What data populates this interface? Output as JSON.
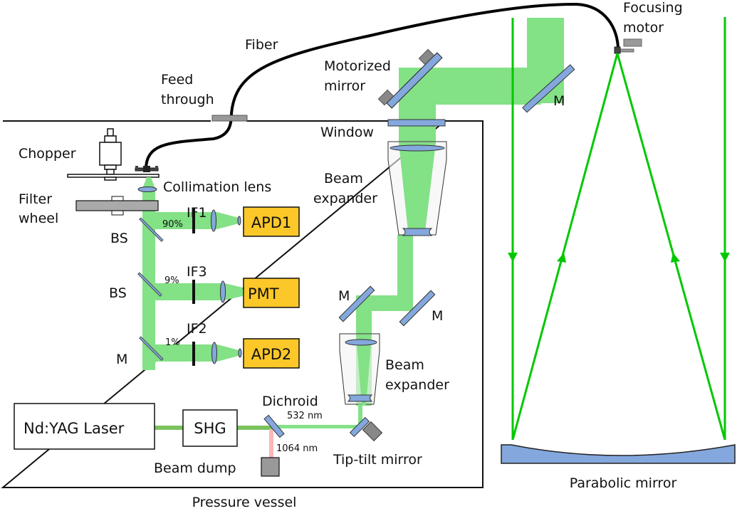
{
  "title": "LIDAR optical setup schematic",
  "colors": {
    "beam_green": "#83e186",
    "ray_green": "#00c800",
    "optic_blue": "#84a8dd",
    "detector_yellow": "#fcc829",
    "infrared_pink": "#f8b8b8",
    "hardware_gray": "#999999"
  },
  "labels": {
    "fiber": "Fiber",
    "feed_through_1": "Feed",
    "feed_through_2": "through",
    "motorized_mirror_1": "Motorized",
    "motorized_mirror_2": "mirror",
    "focusing_motor_1": "Focusing",
    "focusing_motor_2": "motor",
    "window": "Window",
    "chopper": "Chopper",
    "collimation_lens": "Collimation lens",
    "filter_wheel_1": "Filter",
    "filter_wheel_2": "wheel",
    "beam_expander_top_1": "Beam",
    "beam_expander_top_2": "expander",
    "beam_expander_bottom_1": "Beam",
    "beam_expander_bottom_2": "expander",
    "bs_1": "BS",
    "bs_2": "BS",
    "m_detector": "M",
    "m_outer": "M",
    "m_left": "M",
    "m_right": "M",
    "if1": "IF1",
    "if3": "IF3",
    "if2": "IF2",
    "split_90": "90%",
    "split_9": "9%",
    "split_1": "1%",
    "dichroid": "Dichroid",
    "wl_532": "532 nm",
    "wl_1064": "1064 nm",
    "beam_dump": "Beam dump",
    "tip_tilt_mirror": "Tip-tilt mirror",
    "pressure_vessel": "Pressure vessel",
    "parabolic_mirror": "Parabolic mirror"
  },
  "boxes": {
    "apd1": "APD1",
    "pmt": "PMT",
    "apd2": "APD2",
    "laser": "Nd:YAG Laser",
    "shg": "SHG"
  }
}
